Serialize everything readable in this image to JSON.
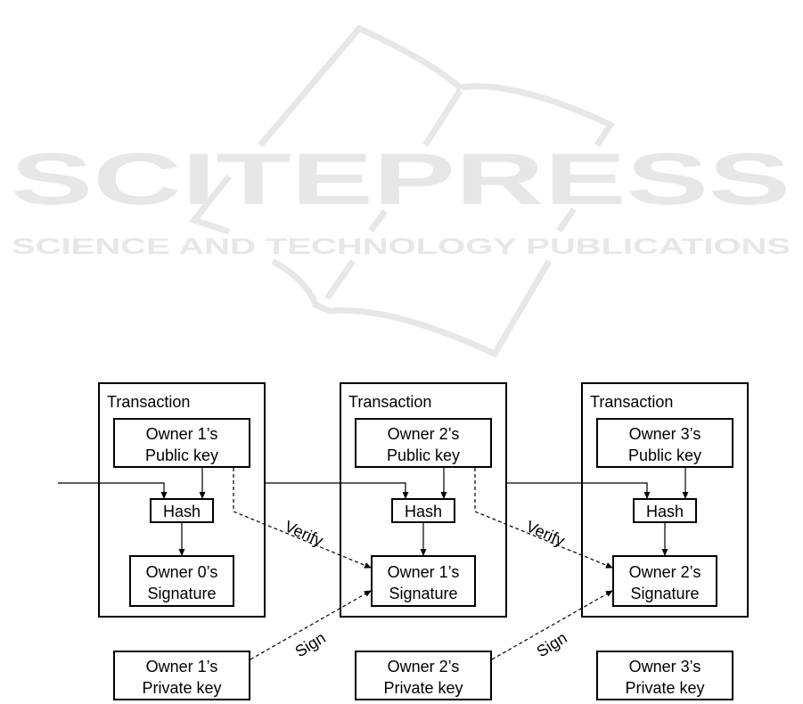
{
  "watermark": {
    "title": "SCITEPRESS",
    "subtitle": "SCIENCE AND TECHNOLOGY PUBLICATIONS",
    "color": "#e6e7e6"
  },
  "diagram": {
    "transactions": [
      {
        "label": "Transaction",
        "public_key": [
          "Owner 1’s",
          "Public key"
        ],
        "hash": "Hash",
        "signature": [
          "Owner 0’s",
          "Signature"
        ],
        "private_key": [
          "Owner 1’s",
          "Private key"
        ]
      },
      {
        "label": "Transaction",
        "public_key": [
          "Owner 2’s",
          "Public key"
        ],
        "hash": "Hash",
        "signature": [
          "Owner 1’s",
          "Signature"
        ],
        "private_key": [
          "Owner 2’s",
          "Private key"
        ]
      },
      {
        "label": "Transaction",
        "public_key": [
          "Owner 3’s",
          "Public key"
        ],
        "hash": "Hash",
        "signature": [
          "Owner 2’s",
          "Signature"
        ],
        "private_key": [
          "Owner 3’s",
          "Private key"
        ]
      }
    ],
    "edge_labels": {
      "verify": "Verify",
      "sign": "Sign"
    }
  }
}
